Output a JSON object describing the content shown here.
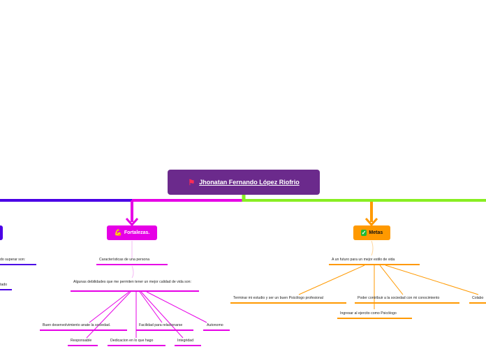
{
  "root": {
    "title": "Jhonatan Fernando López Riofrio",
    "icon": "flag-icon"
  },
  "colors": {
    "root": "#6b2a8c",
    "blue": "#4b00e6",
    "magenta": "#e600e6",
    "green": "#88ee22",
    "orange": "#ff9900"
  },
  "branches": {
    "fortalezas": {
      "label": "Fortalezas.",
      "icon": "flexed-biceps-icon",
      "child": "Características de una persona",
      "sub": "Algunas debilidades que me permiten tener un mejor calidad de vida son:",
      "items": [
        "Buen desenvolvimiento anate la sociedad.",
        "Facilidad para relacionarse",
        "Autonomo",
        "Responsable",
        "Dedicacion en lo que hago",
        "Integridad"
      ]
    },
    "metas": {
      "label": "Metas",
      "icon": "check-mark-icon",
      "child": "A un futuro para un mejor estilo de vida",
      "items": [
        "Terminar mi estudio y ser un buen Psicólogo profesional",
        "Poder contribuir a la sociedad con mi conocimiento",
        "Ingresar al ejercito como Psicólogo",
        "Colabo"
      ]
    },
    "left": {
      "label1": "do superar son:",
      "label2": "tado"
    }
  }
}
